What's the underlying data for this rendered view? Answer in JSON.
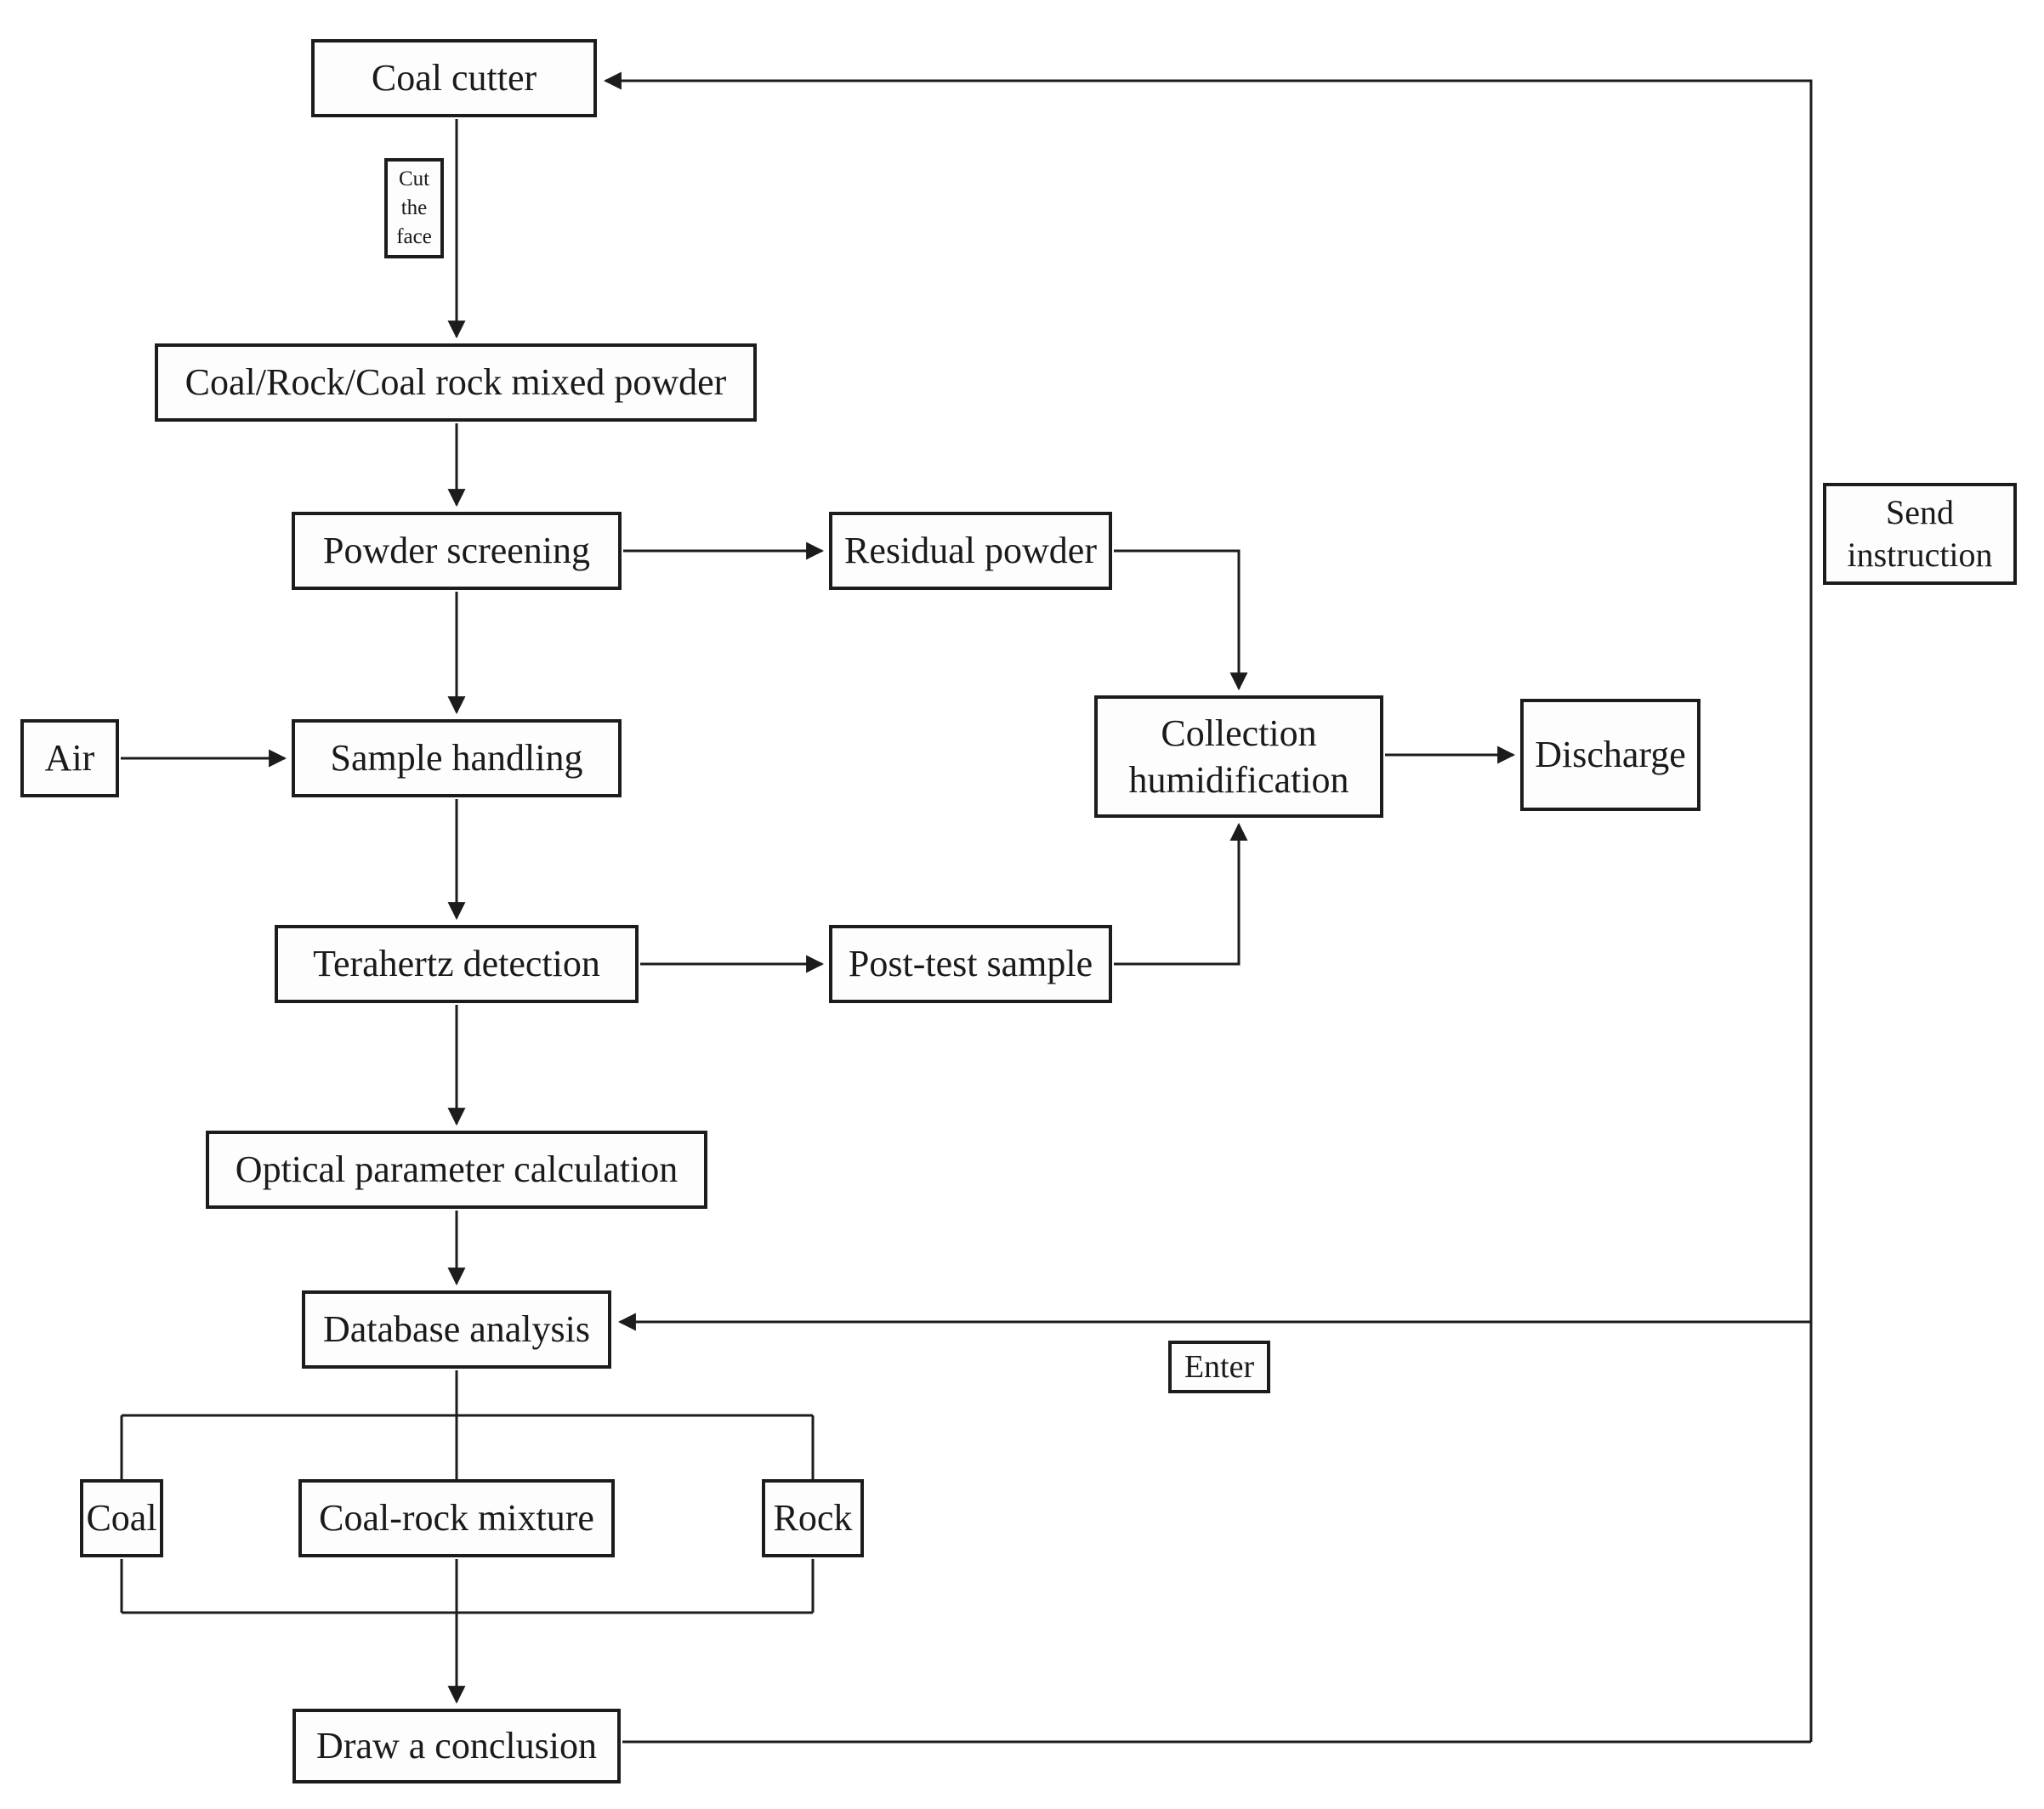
{
  "diagram": {
    "nodes": {
      "coal_cutter": {
        "label": "Coal cutter"
      },
      "cut_the_face": {
        "label": "Cut the face"
      },
      "mixed_powder": {
        "label": "Coal/Rock/Coal rock mixed powder"
      },
      "powder_screening": {
        "label": "Powder screening"
      },
      "residual_powder": {
        "label": "Residual powder"
      },
      "air": {
        "label": "Air"
      },
      "sample_handling": {
        "label": "Sample handling"
      },
      "collection_humidification": {
        "label": "Collection humidification"
      },
      "discharge": {
        "label": "Discharge"
      },
      "terahertz_detection": {
        "label": "Terahertz detection"
      },
      "post_test_sample": {
        "label": "Post-test sample"
      },
      "optical_parameter_calculation": {
        "label": "Optical parameter calculation"
      },
      "database_analysis": {
        "label": "Database analysis"
      },
      "enter": {
        "label": "Enter"
      },
      "coal": {
        "label": "Coal"
      },
      "coal_rock_mixture": {
        "label": "Coal-rock mixture"
      },
      "rock": {
        "label": "Rock"
      },
      "draw_a_conclusion": {
        "label": "Draw a conclusion"
      },
      "send_instruction": {
        "label": "Send instruction"
      }
    },
    "edges": [
      {
        "from": "coal_cutter",
        "to": "mixed_powder",
        "label": "Cut the face"
      },
      {
        "from": "mixed_powder",
        "to": "powder_screening"
      },
      {
        "from": "powder_screening",
        "to": "residual_powder"
      },
      {
        "from": "powder_screening",
        "to": "sample_handling"
      },
      {
        "from": "air",
        "to": "sample_handling"
      },
      {
        "from": "residual_powder",
        "to": "collection_humidification"
      },
      {
        "from": "sample_handling",
        "to": "terahertz_detection"
      },
      {
        "from": "terahertz_detection",
        "to": "post_test_sample"
      },
      {
        "from": "post_test_sample",
        "to": "collection_humidification"
      },
      {
        "from": "collection_humidification",
        "to": "discharge"
      },
      {
        "from": "terahertz_detection",
        "to": "optical_parameter_calculation"
      },
      {
        "from": "optical_parameter_calculation",
        "to": "database_analysis"
      },
      {
        "from": "database_analysis",
        "to": "coal"
      },
      {
        "from": "database_analysis",
        "to": "coal_rock_mixture"
      },
      {
        "from": "database_analysis",
        "to": "rock"
      },
      {
        "from": "coal",
        "to": "draw_a_conclusion"
      },
      {
        "from": "coal_rock_mixture",
        "to": "draw_a_conclusion"
      },
      {
        "from": "rock",
        "to": "draw_a_conclusion"
      },
      {
        "from": "draw_a_conclusion",
        "to": "coal_cutter",
        "label": "Send instruction"
      },
      {
        "from": "draw_a_conclusion",
        "to": "database_analysis",
        "label": "Enter"
      }
    ],
    "colors": {
      "line": "#1c1c1c",
      "box_fill": "#fdfdfd",
      "background": "#ffffff",
      "text": "#1a1a1a"
    }
  }
}
